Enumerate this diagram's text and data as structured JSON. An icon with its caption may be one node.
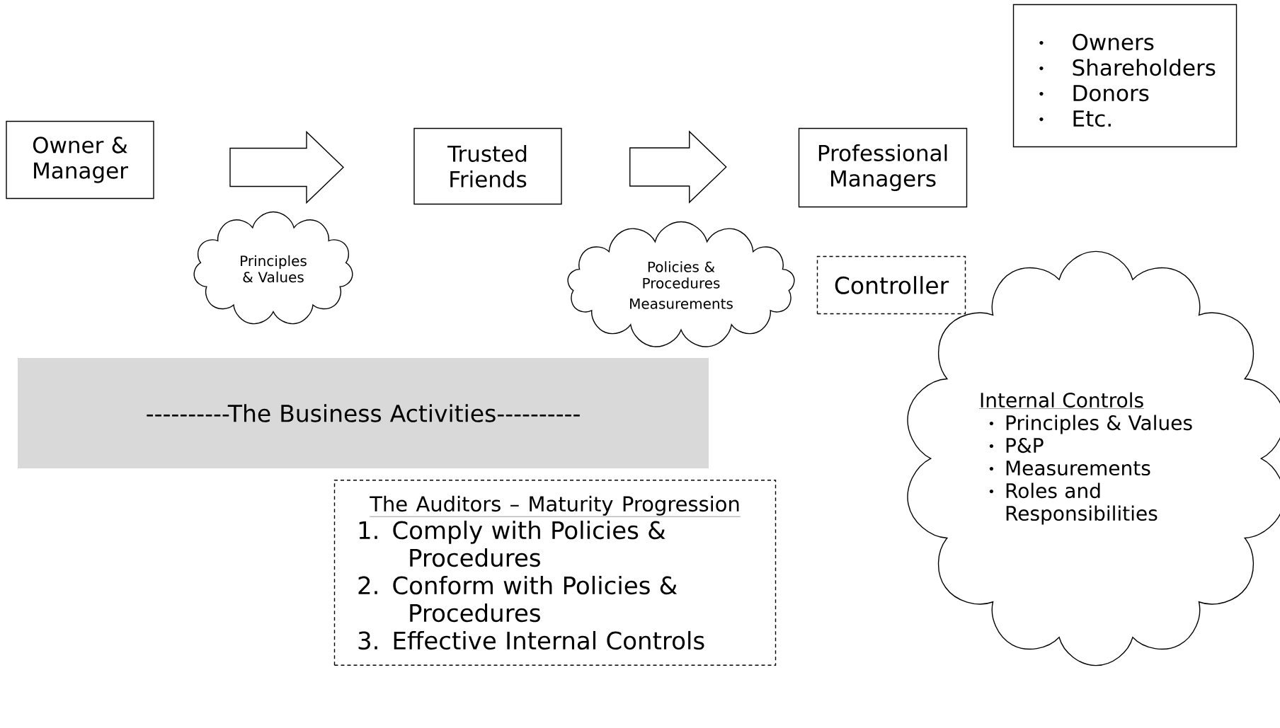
{
  "diagram": {
    "nodes": [
      {
        "text": [
          "Owner & Manager"
        ]
      },
      {
        "text": [
          "Principles & Values"
        ]
      },
      {
        "text": [
          "Trusted Friends"
        ]
      },
      {
        "text": [
          "Policies & Procedures",
          "Measurements"
        ]
      },
      {
        "text": [
          "Professional Managers"
        ]
      },
      {
        "text": [
          "Owners",
          "Shareholders",
          "Donors",
          "Etc."
        ]
      },
      {
        "text": [
          "Controller"
        ]
      },
      {
        "text": [
          "----------The Business Activities----------"
        ]
      },
      {
        "text": [
          "Internal Controls",
          "Principles & Values",
          "P&P",
          "Measurements",
          "Roles and Responsibilities"
        ]
      },
      {
        "text": [
          "The Auditors – Maturity Progression",
          "1. Comply with Policies & Procedures",
          "2. Conform with Policies & Procedures",
          "3. Effective Internal Controls"
        ]
      }
    ],
    "edges": [
      {
        "from": 0,
        "to": 2,
        "arrow": "to"
      },
      {
        "from": 2,
        "to": 4,
        "arrow": "to"
      }
    ]
  }
}
